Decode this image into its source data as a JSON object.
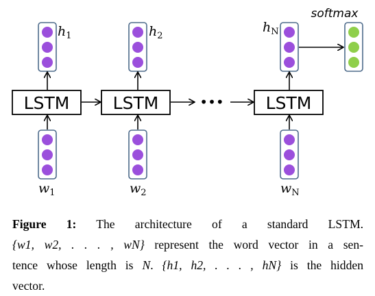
{
  "diagram": {
    "cell_label": "LSTM",
    "ellipsis": "•••",
    "softmax_label": "softmax",
    "inputs": [
      {
        "base": "w",
        "sub": "1"
      },
      {
        "base": "w",
        "sub": "2"
      },
      {
        "base": "w",
        "sub": "N"
      }
    ],
    "hidden": [
      {
        "base": "h",
        "sub": "1"
      },
      {
        "base": "h",
        "sub": "2"
      },
      {
        "base": "h",
        "sub": "N"
      }
    ],
    "colors": {
      "node_fill": "#9b4fdc",
      "softmax_fill": "#8fcf4a",
      "box_stroke": "#4d6a8a",
      "arrow": "#000000"
    }
  },
  "caption": {
    "label": "Figure 1:",
    "line1_text": " The architecture of a standard LSTM.",
    "line2_set": "{w1, w2, . . . , wN}",
    "line2_text": " represent the word vector in a sen-",
    "line3_text_a": "tence whose length is ",
    "line3_var": "N",
    "line3_text_b": ". ",
    "line3_set": "{h1, h2, . . . , hN}",
    "line3_text_c": " is the hidden",
    "line4_text": "vector."
  }
}
